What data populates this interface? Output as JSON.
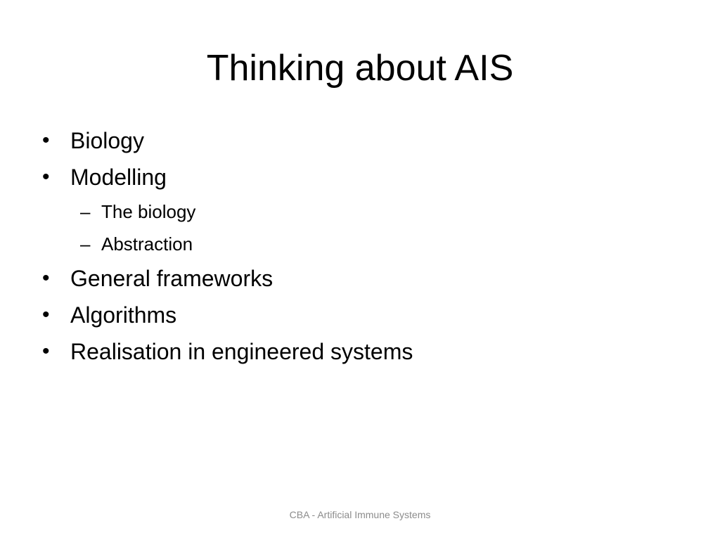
{
  "slide": {
    "title": "Thinking about AIS",
    "bullets": {
      "b0": "Biology",
      "b1": "Modelling",
      "b1_sub0": "The biology",
      "b1_sub1": "Abstraction",
      "b2": "General frameworks",
      "b3": "Algorithms",
      "b4": "Realisation in engineered systems"
    },
    "markers": {
      "bullet": "•",
      "dash": "–"
    },
    "footer": "CBA - Artificial Immune Systems"
  }
}
